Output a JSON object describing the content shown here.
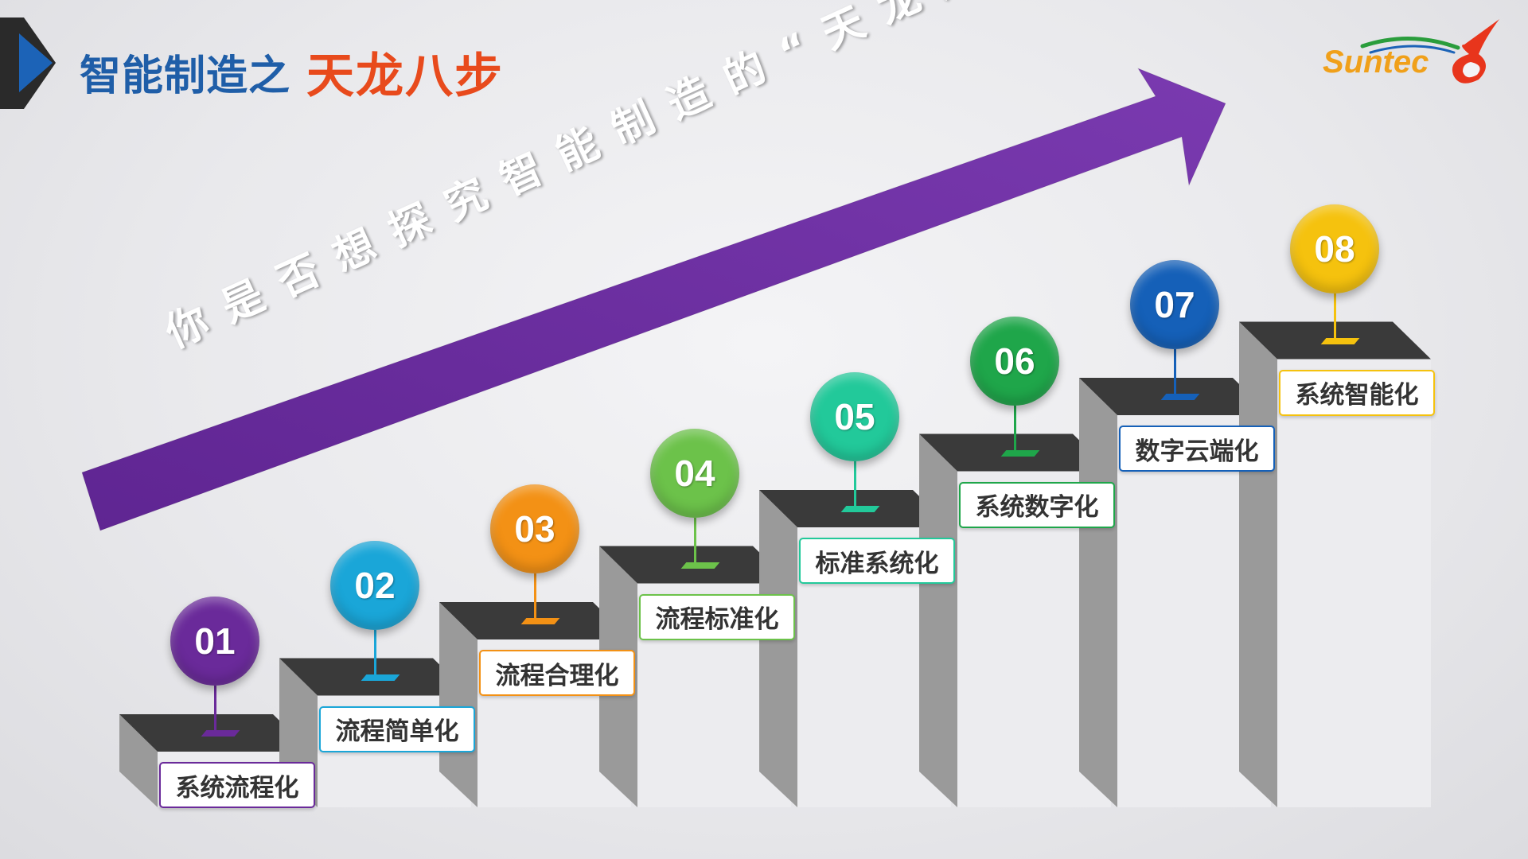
{
  "header": {
    "title_main": "智能制造之",
    "title_accent": "天龙八步"
  },
  "logo": {
    "text": "Suntec"
  },
  "arrow": {
    "text": "你是否想探究智能制造的“天龙八步”法?",
    "color": "#6b2fa0"
  },
  "steps": [
    {
      "number": "01",
      "label": "系统流程化",
      "color": "#6a2a9a"
    },
    {
      "number": "02",
      "label": "流程简单化",
      "color": "#1aa6d8"
    },
    {
      "number": "03",
      "label": "流程合理化",
      "color": "#f39115"
    },
    {
      "number": "04",
      "label": "流程标准化",
      "color": "#6cc24a"
    },
    {
      "number": "05",
      "label": "标准系统化",
      "color": "#22c99a"
    },
    {
      "number": "06",
      "label": "系统数字化",
      "color": "#1fa64a"
    },
    {
      "number": "07",
      "label": "数字云端化",
      "color": "#1560b8"
    },
    {
      "number": "08",
      "label": "系统智能化",
      "color": "#f5c20e"
    }
  ]
}
